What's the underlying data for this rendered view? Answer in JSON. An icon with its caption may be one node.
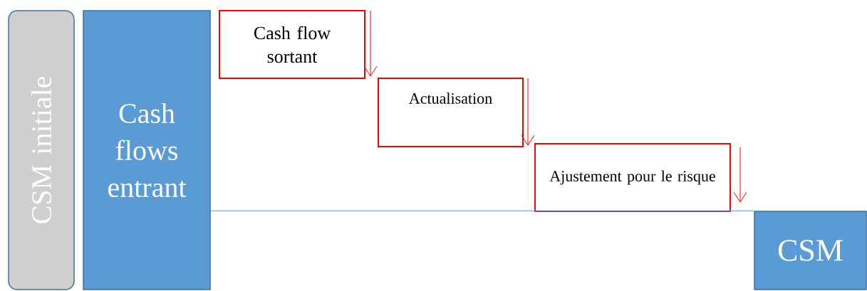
{
  "diagram": {
    "nodes": [
      {
        "text": [
          "CSM initiale"
        ]
      },
      {
        "text": [
          "Cash flows entrant"
        ]
      },
      {
        "text": [
          "Cash flow sortant"
        ]
      },
      {
        "text": [
          "Actualisation"
        ]
      },
      {
        "text": [
          "Ajustement pour le risque"
        ]
      },
      {
        "text": [
          "CSM"
        ]
      }
    ],
    "edges": [
      {
        "from": 1,
        "to": 5,
        "arrow": "none"
      }
    ]
  }
}
